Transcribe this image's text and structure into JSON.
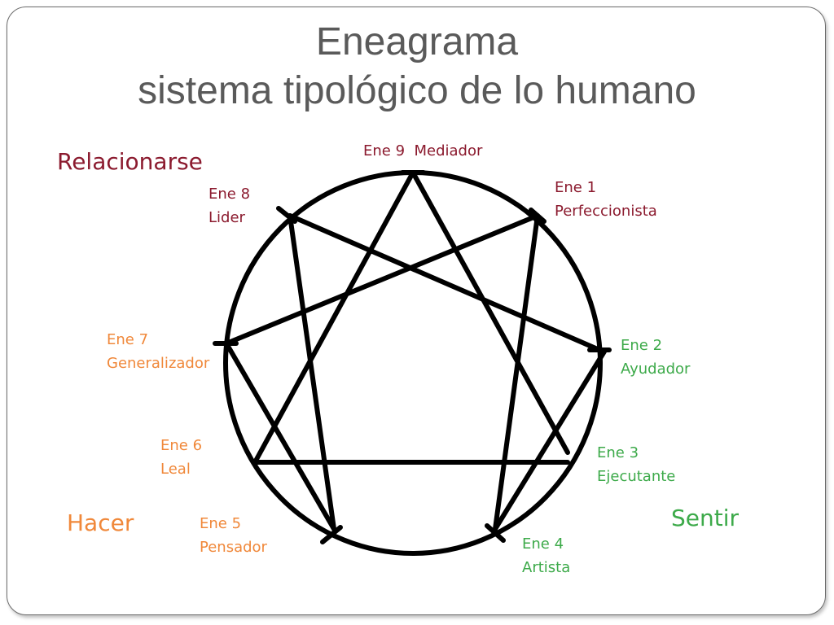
{
  "slide": {
    "title_line1": "Eneagrama",
    "title_line2": "sistema tipológico de lo humano"
  },
  "groups": {
    "relacionarse": "Relacionarse",
    "hacer": "Hacer",
    "sentir": "Sentir"
  },
  "nodes": {
    "ene9": {
      "num": "Ene 9",
      "name": "Mediador"
    },
    "ene1": {
      "num": "Ene 1",
      "name": "Perfeccionista"
    },
    "ene2": {
      "num": "Ene 2",
      "name": "Ayudador"
    },
    "ene3": {
      "num": "Ene 3",
      "name": "Ejecutante"
    },
    "ene4": {
      "num": "Ene 4",
      "name": "Artista"
    },
    "ene5": {
      "num": "Ene 5",
      "name": "Pensador"
    },
    "ene6": {
      "num": "Ene 6",
      "name": "Leal"
    },
    "ene7": {
      "num": "Ene 7",
      "name": "Generalizador"
    },
    "ene8": {
      "num": "Ene 8",
      "name": "Lider"
    }
  },
  "colors": {
    "title": "#5a5a5a",
    "relacionarse": "#8b1a2e",
    "hacer": "#f0883a",
    "sentir": "#3daa4a",
    "lines": "#000000"
  }
}
